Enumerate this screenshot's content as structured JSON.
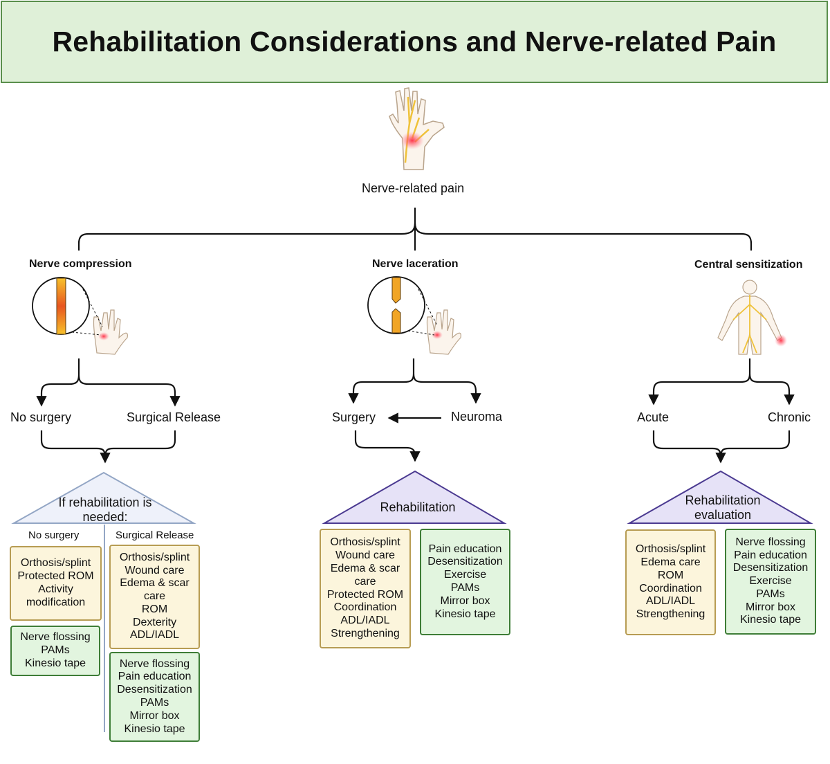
{
  "title": "Rehabilitation Considerations and Nerve-related Pain",
  "root_label": "Nerve-related pain",
  "branches": {
    "compression": {
      "title": "Nerve compression",
      "left": "No surgery",
      "right": "Surgical Release",
      "triangle": "If rehabilitation is needed:",
      "col_left": "No surgery",
      "col_right": "Surgical Release",
      "box_left_tan": [
        "Orthosis/splint",
        "Protected ROM",
        "Activity",
        "modification"
      ],
      "box_left_green": [
        "Nerve flossing",
        "PAMs",
        "Kinesio tape"
      ],
      "box_right_tan": [
        "Orthosis/splint",
        "Wound care",
        "Edema & scar",
        "care",
        "ROM",
        "Dexterity",
        "ADL/IADL"
      ],
      "box_right_green": [
        "Nerve flossing",
        "Pain education",
        "Desensitization",
        "PAMs",
        "Mirror box",
        "Kinesio tape"
      ]
    },
    "laceration": {
      "title": "Nerve laceration",
      "left": "Surgery",
      "right": "Neuroma",
      "triangle": "Rehabilitation",
      "box_tan": [
        "Orthosis/splint",
        "Wound care",
        "Edema & scar",
        "care",
        "Protected ROM",
        "Coordination",
        "ADL/IADL",
        "Strengthening"
      ],
      "box_green": [
        "Pain education",
        "Desensitization",
        "Exercise",
        "PAMs",
        "Mirror box",
        "Kinesio tape"
      ]
    },
    "central": {
      "title": "Central sensitization",
      "left": "Acute",
      "right": "Chronic",
      "triangle": "Rehabilitation evaluation",
      "box_tan": [
        "Orthosis/splint",
        "Edema care",
        "ROM",
        "Coordination",
        "ADL/IADL",
        "Strengthening"
      ],
      "box_green": [
        "Nerve flossing",
        "Pain education",
        "Desensitization",
        "Exercise",
        "PAMs",
        "Mirror box",
        "Kinesio tape"
      ]
    }
  },
  "icons": {
    "root": "hand-nerve-pain-icon",
    "compression": "compressed-nerve-icon",
    "laceration": "lacerated-nerve-icon",
    "central": "body-nervous-system-icon"
  },
  "colors": {
    "header_bg": "#dff0d8",
    "header_border": "#5a8f4c",
    "tan_bg": "#fcf5dc",
    "tan_border": "#b79c53",
    "green_bg": "#e2f5df",
    "green_border": "#3e7d37",
    "triangle_fill": "#e6e2f7",
    "triangle_border": "#4b3a91",
    "triangle_light_fill": "#eef1fa",
    "triangle_light_border": "#93a6c5"
  }
}
